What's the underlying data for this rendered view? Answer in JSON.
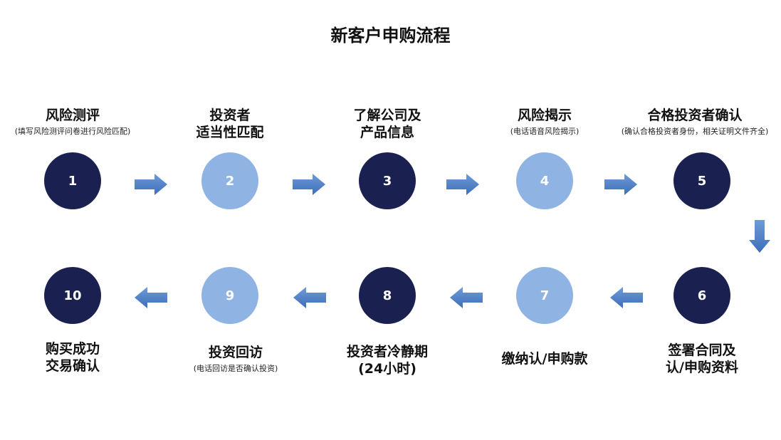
{
  "title": "新客户申购流程",
  "colors": {
    "dark": "#1a2150",
    "light": "#8fb4e4",
    "arrow_top": "#6e9bd8",
    "arrow_bottom": "#3d6eb8"
  },
  "steps": [
    {
      "number": "1",
      "label": "风险测评",
      "note": "(填写风险测评问卷进行风险匹配)",
      "style": "dark"
    },
    {
      "number": "2",
      "label": "投资者\n适当性匹配",
      "note": "",
      "style": "light"
    },
    {
      "number": "3",
      "label": "了解公司及\n产品信息",
      "note": "",
      "style": "dark"
    },
    {
      "number": "4",
      "label": "风险揭示",
      "note": "(电话语音风险揭示)",
      "style": "light"
    },
    {
      "number": "5",
      "label": "合格投资者确认",
      "note": "(确认合格投资者身份，相关证明文件齐全)",
      "style": "dark"
    },
    {
      "number": "6",
      "label": "签署合同及\n认/申购资料",
      "note": "",
      "style": "dark"
    },
    {
      "number": "7",
      "label": "缴纳认/申购款",
      "note": "",
      "style": "light"
    },
    {
      "number": "8",
      "label": "投资者冷静期\n(24小时)",
      "note": "",
      "style": "dark"
    },
    {
      "number": "9",
      "label": "投资回访",
      "note": "(电话回访是否确认投资)",
      "style": "light"
    },
    {
      "number": "10",
      "label": "购买成功\n交易确认",
      "note": "",
      "style": "dark"
    }
  ],
  "arrows": [
    {
      "from": "1",
      "to": "2",
      "direction": "right"
    },
    {
      "from": "2",
      "to": "3",
      "direction": "right"
    },
    {
      "from": "3",
      "to": "4",
      "direction": "right"
    },
    {
      "from": "4",
      "to": "5",
      "direction": "right"
    },
    {
      "from": "5",
      "to": "6",
      "direction": "down"
    },
    {
      "from": "6",
      "to": "7",
      "direction": "left"
    },
    {
      "from": "7",
      "to": "8",
      "direction": "left"
    },
    {
      "from": "8",
      "to": "9",
      "direction": "left"
    },
    {
      "from": "9",
      "to": "10",
      "direction": "left"
    }
  ]
}
